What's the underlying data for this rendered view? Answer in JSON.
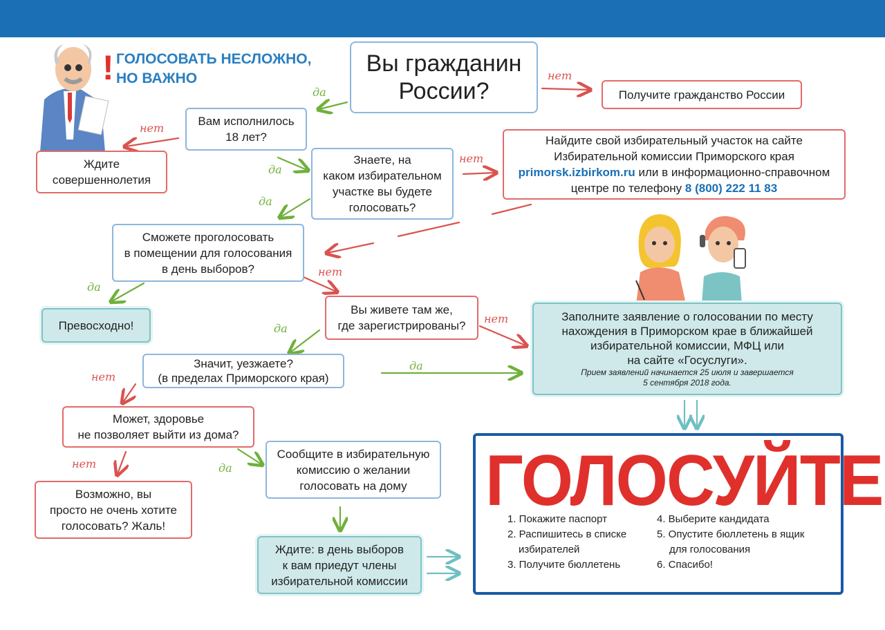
{
  "header": {
    "title_line1": "ГОЛОСОВАТЬ НЕСЛОЖНО,",
    "title_line2": "НО ВАЖНО",
    "exclamation": "!"
  },
  "labels": {
    "yes": "да",
    "no": "нет"
  },
  "nodes": {
    "citizen": [
      "Вы гражданин",
      "России?"
    ],
    "get_citizenship": "Получите гражданство России",
    "age18": [
      "Вам исполнилось",
      "18 лет?"
    ],
    "wait_adult": [
      "Ждите",
      "совершеннолетия"
    ],
    "know_station": [
      "Знаете, на",
      "каком избирательном",
      "участке вы будете",
      "голосовать?"
    ],
    "find_station": {
      "line1": "Найдите свой избирательный участок на сайте",
      "line2": "Избирательной комиссии Приморского края",
      "link": "primorsk.izbirkom.ru",
      "line3_rest": " или в информационно-справочном",
      "line4_prefix": "центре по телефону ",
      "phone": "8 (800) 222 11 83"
    },
    "can_vote_room": [
      "Сможете проголосовать",
      "в помещении для голосования",
      "в день выборов?"
    ],
    "excellent": "Превосходно!",
    "live_same": [
      "Вы живете там же,",
      "где зарегистрированы?"
    ],
    "apply": {
      "lines": [
        "Заполните заявление о голосовании по месту",
        "нахождения в Приморском крае в ближайшей",
        "избирательной комиссии, МФЦ или",
        "на сайте «Госуслуги»."
      ],
      "note_lines": [
        "Прием заявлений начинается 25 июля и завершается",
        "5 сентября 2018 года."
      ]
    },
    "leaving": [
      "Значит, уезжаете?",
      "(в пределах Приморского края)"
    ],
    "health": [
      "Может, здоровье",
      "не позволяет выйти из дома?"
    ],
    "notify": [
      "Сообщите в избирательную",
      "комиссию о желании",
      "голосовать на дому"
    ],
    "maybe": [
      "Возможно, вы",
      "просто не очень хотите",
      "голосовать? Жаль!"
    ],
    "wait_home": [
      "Ждите: в день выборов",
      "к вам приедут члены",
      "избирательной комиссии"
    ]
  },
  "vote": {
    "title": "ГОЛОСУЙТЕ!",
    "steps_left": [
      "1. Покажите паспорт",
      "2. Распишитесь в списке",
      "    избирателей",
      "3. Получите бюллетень"
    ],
    "steps_right": [
      "4. Выберите кандидата",
      "5. Опустите бюллетень в ящик",
      "    для голосования",
      "6. Спасибо!"
    ]
  },
  "colors": {
    "topbar": "#1a6fb5",
    "accent_red": "#e0302c",
    "yes_green": "#6fb03a",
    "no_red": "#d9534f",
    "title_blue": "#2a7fc0"
  }
}
